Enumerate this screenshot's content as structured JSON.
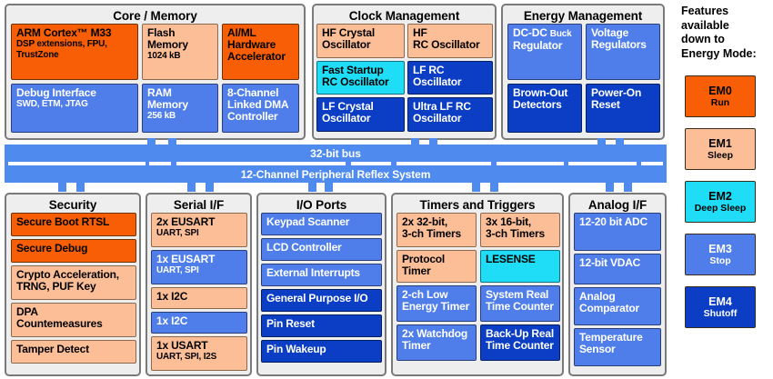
{
  "energy_modes": {
    "em0": {
      "hex": "#f75e06",
      "text_hex": "#000000"
    },
    "em1": {
      "hex": "#fcbe97",
      "text_hex": "#000000"
    },
    "em2": {
      "hex": "#1fddf7",
      "text_hex": "#000000"
    },
    "em3": {
      "hex": "#4f7eea",
      "text_hex": "#ffffff"
    },
    "em4": {
      "hex": "#0b3ec4",
      "text_hex": "#ffffff"
    }
  },
  "sections": {
    "core_memory": {
      "title": "Core / Memory",
      "blocks": [
        {
          "line1": "ARM Cortex™ M33",
          "line2": "DSP extensions, FPU,",
          "line3": "TrustZone",
          "mode": "em0"
        },
        {
          "line1": "Flash",
          "line2": "Memory",
          "line3": "1024 kB",
          "mode": "em1"
        },
        {
          "line1": "AI/ML",
          "line2": "Hardware",
          "line3": "Accelerator",
          "mode": "em0"
        },
        {
          "line1": "Debug Interface",
          "line2": "SWD, ETM, JTAG",
          "mode": "em3"
        },
        {
          "line1": "RAM Memory",
          "line2": "256 kB",
          "mode": "em3"
        },
        {
          "line1": "8-Channel",
          "line2": "Linked DMA",
          "line3": "Controller",
          "mode": "em3"
        }
      ]
    },
    "clock_management": {
      "title": "Clock Management",
      "blocks": [
        {
          "line1": "HF Crystal",
          "line2": "Oscillator",
          "mode": "em1"
        },
        {
          "line1": "HF",
          "line2": "RC Oscillator",
          "mode": "em1"
        },
        {
          "line1": "Fast Startup",
          "line2": "RC Oscillator",
          "mode": "em2"
        },
        {
          "line1": "LF RC",
          "line2": "Oscillator",
          "mode": "em4"
        },
        {
          "line1": "LF Crystal",
          "line2": "Oscillator",
          "mode": "em4"
        },
        {
          "line1": "Ultra LF RC",
          "line2": "Oscillator",
          "mode": "em4"
        }
      ]
    },
    "energy_management": {
      "title": "Energy Management",
      "blocks": [
        {
          "line1": "DC-DC",
          "line1_small": "Buck",
          "line2": "Regulator",
          "mode": "em3"
        },
        {
          "line1": "Voltage",
          "line2": "Regulators",
          "mode": "em3"
        },
        {
          "line1": "Brown-Out",
          "line2": "Detectors",
          "mode": "em4"
        },
        {
          "line1": "Power-On",
          "line2": "Reset",
          "mode": "em4"
        }
      ]
    },
    "security": {
      "title": "Security",
      "blocks": [
        {
          "line1": "Secure Boot RTSL",
          "mode": "em0"
        },
        {
          "line1": "Secure Debug",
          "mode": "em0"
        },
        {
          "line1": "Crypto Acceleration,",
          "line2": "TRNG, PUF Key",
          "mode": "em1"
        },
        {
          "line1": "DPA",
          "line2": "Countemeasures",
          "mode": "em1"
        },
        {
          "line1": "Tamper Detect",
          "mode": "em1"
        }
      ]
    },
    "serial_if": {
      "title": "Serial I/F",
      "blocks": [
        {
          "line1": "2x EUSART",
          "line2": "UART, SPI",
          "mode": "em1"
        },
        {
          "line1": "1x EUSART",
          "line2": "UART, SPI",
          "mode": "em3"
        },
        {
          "line1": "1x I2C",
          "mode": "em1"
        },
        {
          "line1": "1x I2C",
          "mode": "em3"
        },
        {
          "line1": "1x USART",
          "line2": "UART, SPI, I2S",
          "mode": "em1"
        }
      ]
    },
    "io_ports": {
      "title": "I/O Ports",
      "blocks": [
        {
          "line1": "Keypad Scanner",
          "mode": "em3"
        },
        {
          "line1": "LCD Controller",
          "mode": "em3"
        },
        {
          "line1": "External Interrupts",
          "mode": "em3"
        },
        {
          "line1": "General Purpose I/O",
          "mode": "em4"
        },
        {
          "line1": "Pin Reset",
          "mode": "em4"
        },
        {
          "line1": "Pin Wakeup",
          "mode": "em4"
        }
      ]
    },
    "timers_triggers": {
      "title": "Timers and Triggers",
      "blocks": [
        {
          "line1": "2x 32-bit,",
          "line2": "3-ch Timers",
          "mode": "em1"
        },
        {
          "line1": "3x 16-bit,",
          "line2": "3-ch Timers",
          "mode": "em1"
        },
        {
          "line1": "Protocol",
          "line2": "Timer",
          "mode": "em1"
        },
        {
          "line1": "LESENSE",
          "mode": "em2"
        },
        {
          "line1": "2-ch Low",
          "line2": "Energy Timer",
          "mode": "em3"
        },
        {
          "line1": "System Real",
          "line2": "Time Counter",
          "mode": "em3"
        },
        {
          "line1": "2x Watchdog",
          "line2": "Timer",
          "mode": "em3"
        },
        {
          "line1": "Back-Up Real",
          "line2": "Time Counter",
          "mode": "em4"
        }
      ]
    },
    "analog_if": {
      "title": "Analog I/F",
      "blocks": [
        {
          "line1": "12-20 bit ADC",
          "mode": "em3"
        },
        {
          "line1": "12-bit VDAC",
          "mode": "em3"
        },
        {
          "line1": "Analog",
          "line2": "Comparator",
          "mode": "em3"
        },
        {
          "line1": "Temperature",
          "line2": "Sensor",
          "mode": "em3"
        }
      ]
    }
  },
  "buses": {
    "bus_color": "#4f8bef",
    "top_label": "32-bit bus",
    "bottom_label": "12-Channel Peripheral Reflex System"
  },
  "legend": {
    "title_lines": [
      "Features",
      "available",
      "down to",
      "Energy Mode:"
    ],
    "items": [
      {
        "name": "EM0",
        "state": "Run",
        "mode": "em0"
      },
      {
        "name": "EM1",
        "state": "Sleep",
        "mode": "em1"
      },
      {
        "name": "EM2",
        "state": "Deep Sleep",
        "mode": "em2"
      },
      {
        "name": "EM3",
        "state": "Stop",
        "mode": "em3"
      },
      {
        "name": "EM4",
        "state": "Shutoff",
        "mode": "em4"
      }
    ]
  }
}
